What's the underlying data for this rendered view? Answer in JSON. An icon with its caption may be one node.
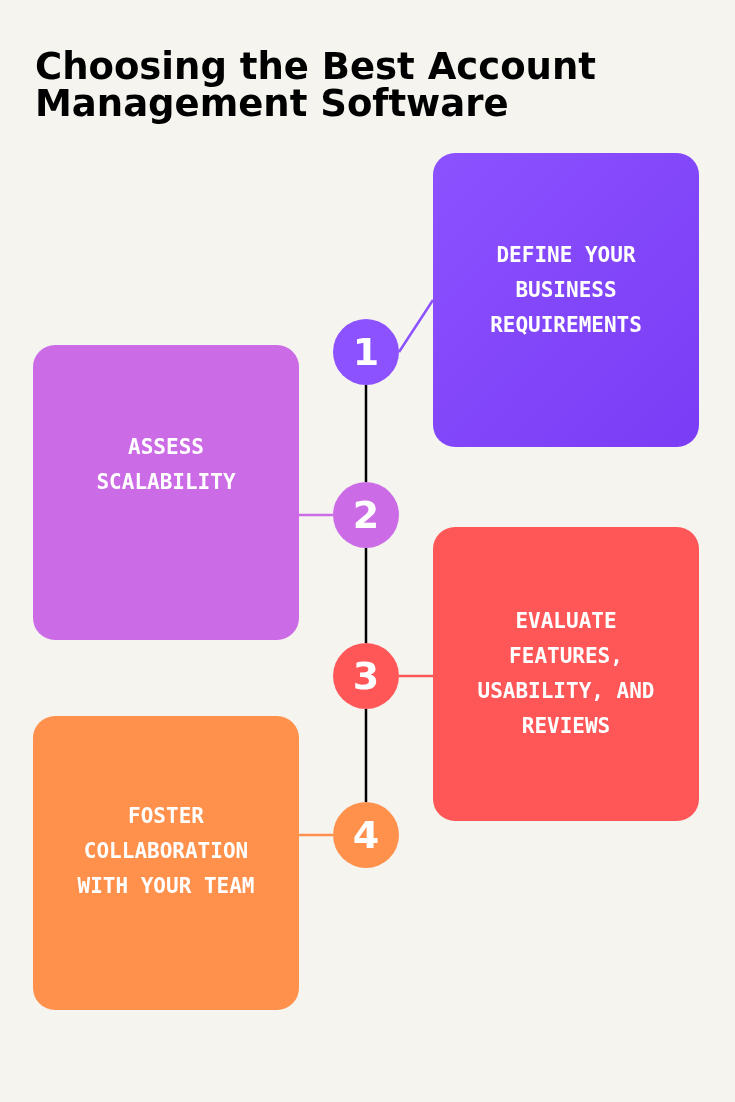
{
  "diagram": {
    "title": "Choosing the Best Account Management Software",
    "nodes": [
      {
        "text": [
          "DEFINE YOUR BUSINESS REQUIREMENTS"
        ]
      },
      {
        "text": [
          "1"
        ]
      },
      {
        "text": [
          "ASSESS SCALABILITY"
        ]
      },
      {
        "text": [
          "2"
        ]
      },
      {
        "text": [
          "EVALUATE FEATURES, USABILITY, AND REVIEWS"
        ]
      },
      {
        "text": [
          "3"
        ]
      },
      {
        "text": [
          "FOSTER COLLABORATION WITH YOUR TEAM"
        ]
      },
      {
        "text": [
          "4"
        ]
      }
    ],
    "edges": [
      {
        "from": 1,
        "to": 0,
        "arrow": "none",
        "color": "#8c52ff"
      },
      {
        "from": 3,
        "to": 2,
        "arrow": "none",
        "color": "#cb6ce6"
      },
      {
        "from": 5,
        "to": 4,
        "arrow": "none",
        "color": "#ff5757"
      },
      {
        "from": 7,
        "to": 6,
        "arrow": "none",
        "color": "#ff914d"
      },
      {
        "from": 1,
        "to": 3,
        "arrow": "none"
      },
      {
        "from": 3,
        "to": 5,
        "arrow": "none"
      },
      {
        "from": 5,
        "to": 7,
        "arrow": "none"
      }
    ]
  }
}
